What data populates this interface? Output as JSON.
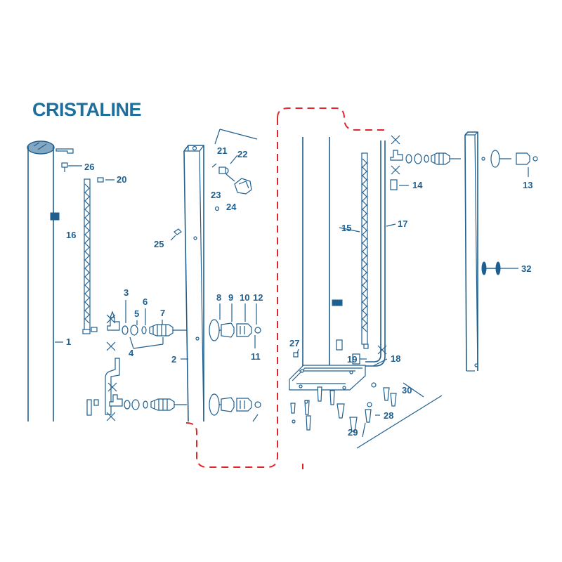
{
  "title": "CRISTALINE",
  "colors": {
    "ink": "#1f5f8f",
    "title": "#1f6f9c",
    "cut_line": "#e0252b"
  },
  "labels": {
    "p1": "1",
    "p2": "2",
    "p3": "3",
    "p4": "4",
    "p5": "5",
    "p6": "6",
    "p7": "7",
    "p8": "8",
    "p9": "9",
    "p10": "10",
    "p11": "11",
    "p12": "12",
    "p13": "13",
    "p14": "14",
    "p15": "15",
    "p16": "16",
    "p17": "17",
    "p18": "18",
    "p19": "19",
    "p20": "20",
    "p21": "21",
    "p22": "22",
    "p23": "23",
    "p24": "24",
    "p25": "25",
    "p26": "26",
    "p27": "27",
    "p28": "28",
    "p29": "29",
    "p30": "30",
    "p32": "32"
  }
}
